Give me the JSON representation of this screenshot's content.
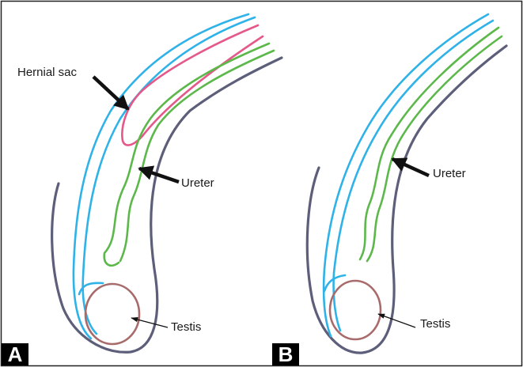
{
  "panels": [
    {
      "letter": "A",
      "labels": {
        "hernial_sac": "Hernial sac",
        "ureter": "Ureter",
        "testis": "Testis"
      }
    },
    {
      "letter": "B",
      "labels": {
        "ureter": "Ureter",
        "testis": "Testis"
      }
    }
  ],
  "colors": {
    "border": "#1a1a1a",
    "outline_gray": "#5d5f7a",
    "blue_layer": "#2fb2e8",
    "pink_sac": "#e5588a",
    "green_ureter": "#5cb84a",
    "testis_brown": "#a86b6b",
    "arrow": "#111111"
  }
}
